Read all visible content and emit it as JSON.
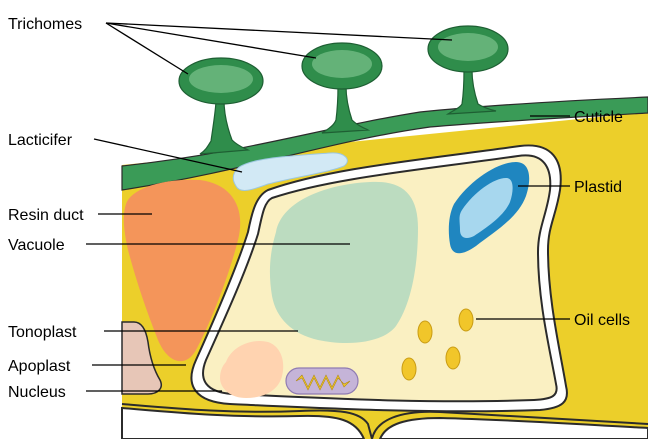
{
  "colors": {
    "wall_yellow": "#eccf2a",
    "wall_outline": "#2b2b2b",
    "cell_interior": "#faf0c2",
    "cuticle_green": "#3a9b57",
    "trichome_green": "#2f8d4b",
    "trichome_light": "#8fd29f",
    "lacticifer_blue": "#d2e9f5",
    "resin_orange": "#f4955a",
    "vacuole_green": "#bcdcc0",
    "plastid_blue": "#1f86c0",
    "plastid_light": "#a7d7ee",
    "oil_yellow": "#f1c62a",
    "nucleus_peach": "#ffd3b0",
    "nucleolus_purple": "#c5b4d8",
    "apoplast_pink": "#e7c6b7"
  },
  "labels": {
    "trichomes": "Trichomes",
    "cuticle": "Cuticle",
    "lacticifer": "Lacticifer",
    "plastid": "Plastid",
    "resin_duct": "Resin duct",
    "vacuole": "Vacuole",
    "oil_cells": "Oil cells",
    "tonoplast": "Tonoplast",
    "apoplast": "Apoplast",
    "nucleus": "Nucleus"
  }
}
